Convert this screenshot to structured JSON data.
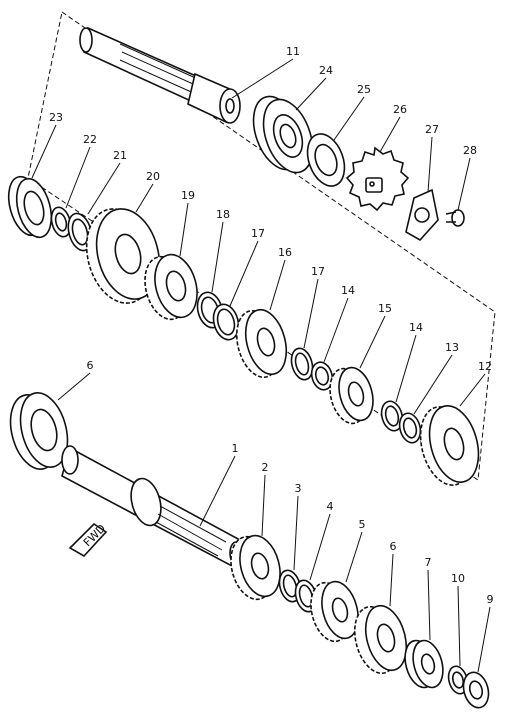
{
  "diagram": {
    "callouts": [
      "11",
      "24",
      "25",
      "26",
      "27",
      "28",
      "23",
      "22",
      "21",
      "20",
      "19",
      "18",
      "17",
      "16",
      "17",
      "14",
      "15",
      "14",
      "13",
      "12",
      "6",
      "1",
      "2",
      "3",
      "4",
      "5",
      "6",
      "7",
      "10",
      "9"
    ],
    "badge_text": "FWD"
  }
}
